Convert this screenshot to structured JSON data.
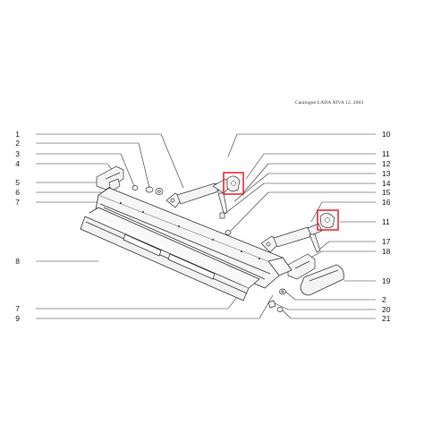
{
  "catalog_header": "Catalogue LADA NIVA 12. 2003",
  "callouts_left": [
    "1",
    "2",
    "3",
    "4",
    "5",
    "6",
    "7",
    "8",
    "7",
    "9"
  ],
  "callouts_right": [
    "10",
    "11",
    "12",
    "13",
    "14",
    "15",
    "16",
    "11",
    "17",
    "18",
    "19",
    "2",
    "20",
    "21"
  ],
  "colors": {
    "line": "#333333",
    "part_fill": "#f4f4f4",
    "highlight": "#e8202a"
  }
}
